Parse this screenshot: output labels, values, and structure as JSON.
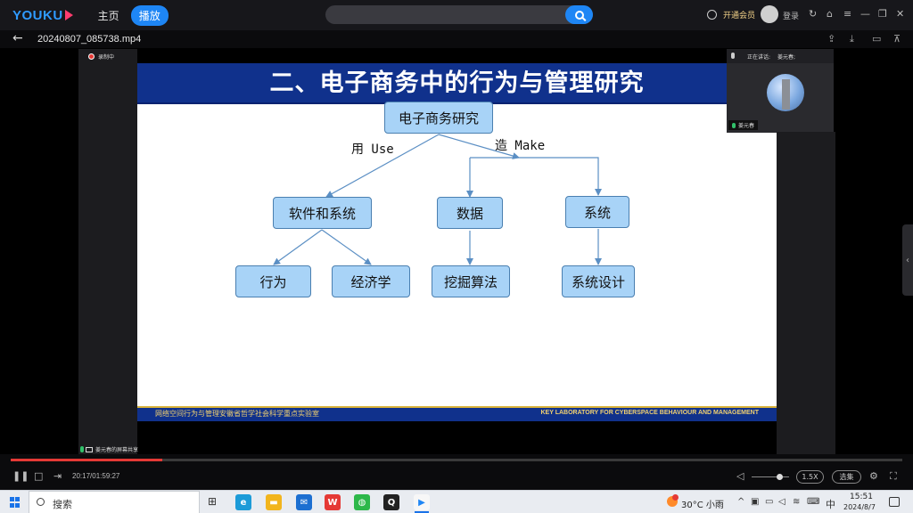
{
  "app": {
    "logo": "YOUKU",
    "nav_home": "主页",
    "nav_play": "播放",
    "vip_label": "开通会员",
    "login_label": "登录"
  },
  "file": {
    "name": "20240807_085738.mp4"
  },
  "meeting": {
    "recording_label": "录制中",
    "presenter_label": "正在讲话:",
    "presenter_name": "姜元春;",
    "presenter_tag": "姜元春",
    "sharer_label": "姜元春的屏幕共享"
  },
  "slide": {
    "title": "二、电子商务中的行为与管理研究",
    "footer_left": "网络空间行为与管理安徽省哲学社会科学重点实验室",
    "footer_right": "KEY LABORATORY FOR CYBERSPACE BEHAVIOUR AND MANAGEMENT",
    "nodes": {
      "root": "电子商务研究",
      "software": "软件和系统",
      "data": "数据",
      "system": "系统",
      "behavior": "行为",
      "economics": "经济学",
      "mining": "挖掘算法",
      "design": "系统设计"
    },
    "edge_labels": {
      "use": "用 Use",
      "make": "造 Make"
    }
  },
  "player": {
    "time": "20:17/01:59:27",
    "progress_fraction": 0.17,
    "speed": "1.5X",
    "episodes": "选集"
  },
  "taskbar": {
    "search_placeholder": "搜索",
    "weather": "30°C 小雨",
    "ime": "中",
    "time": "15:51",
    "date": "2024/8/7"
  },
  "colors": {
    "accent": "#1e86f5",
    "progress": "#e53935",
    "slide_header": "#10318c",
    "node_fill": "#a8d3f7"
  }
}
